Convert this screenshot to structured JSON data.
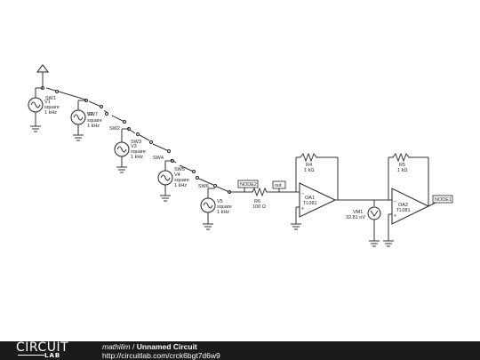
{
  "footer": {
    "logo_main": "CIRCUIT",
    "logo_sub": "LAB",
    "user": "mathilim",
    "separator": " / ",
    "title": "Unnamed Circuit",
    "url": "http://circuitlab.com/crck6bgt7d6w9"
  },
  "sources": [
    {
      "ref": "V1",
      "wave": "square",
      "freq": "1 kHz"
    },
    {
      "ref": "V2",
      "wave": "square",
      "freq": "1 kHz"
    },
    {
      "ref": "V3",
      "wave": "square",
      "freq": "1 kHz"
    },
    {
      "ref": "V4",
      "wave": "square",
      "freq": "1 kHz"
    },
    {
      "ref": "V5",
      "wave": "square",
      "freq": "1 kHz"
    }
  ],
  "switches": [
    "SW1",
    "SW7",
    "SW2",
    "SW3",
    "SW4",
    "SW5",
    "SW6"
  ],
  "resistors": {
    "r6": {
      "ref": "R6",
      "value": "100 Ω"
    },
    "r4": {
      "ref": "R4",
      "value": "1 kΩ"
    },
    "r5": {
      "ref": "R5",
      "value": "1 kΩ"
    }
  },
  "opamps": {
    "oa1": {
      "ref": "OA1",
      "model": "TL081"
    },
    "oa2": {
      "ref": "OA2",
      "model": "TL081"
    }
  },
  "meter": {
    "ref": "VM1",
    "value": "32.81 nV"
  },
  "nets": {
    "node2": "NODE2",
    "out": "out",
    "node1": "NODE1"
  },
  "colors": {
    "wire": "#333333",
    "footer_bg": "#1b1b1b"
  }
}
